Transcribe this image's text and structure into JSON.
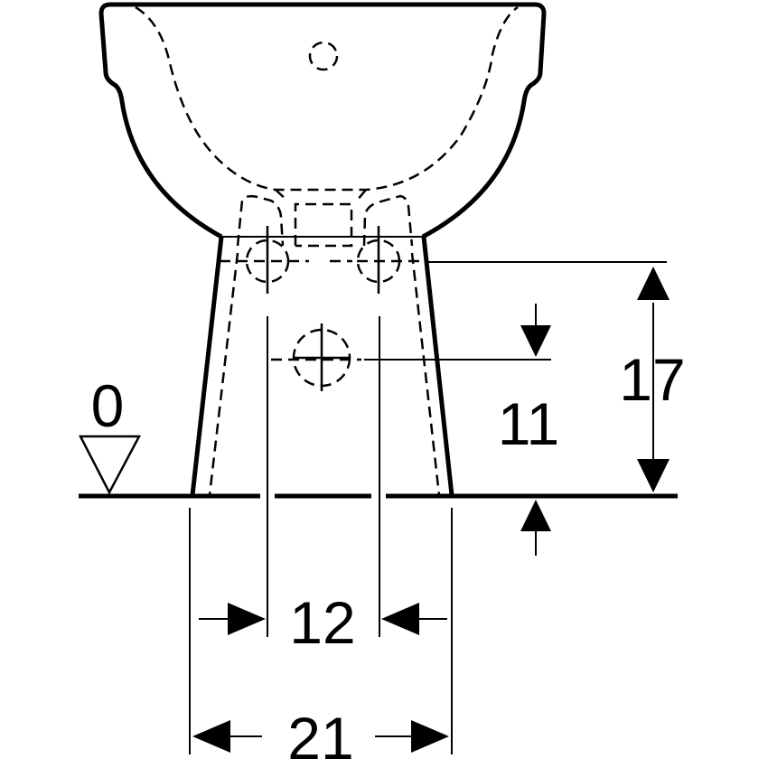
{
  "labels": {
    "height_total": "17",
    "height_inlet": "11",
    "spacing_inner": "12",
    "width_base": "21",
    "floor_reference": "0"
  },
  "colors": {
    "line": "#000000",
    "background": "#ffffff"
  }
}
